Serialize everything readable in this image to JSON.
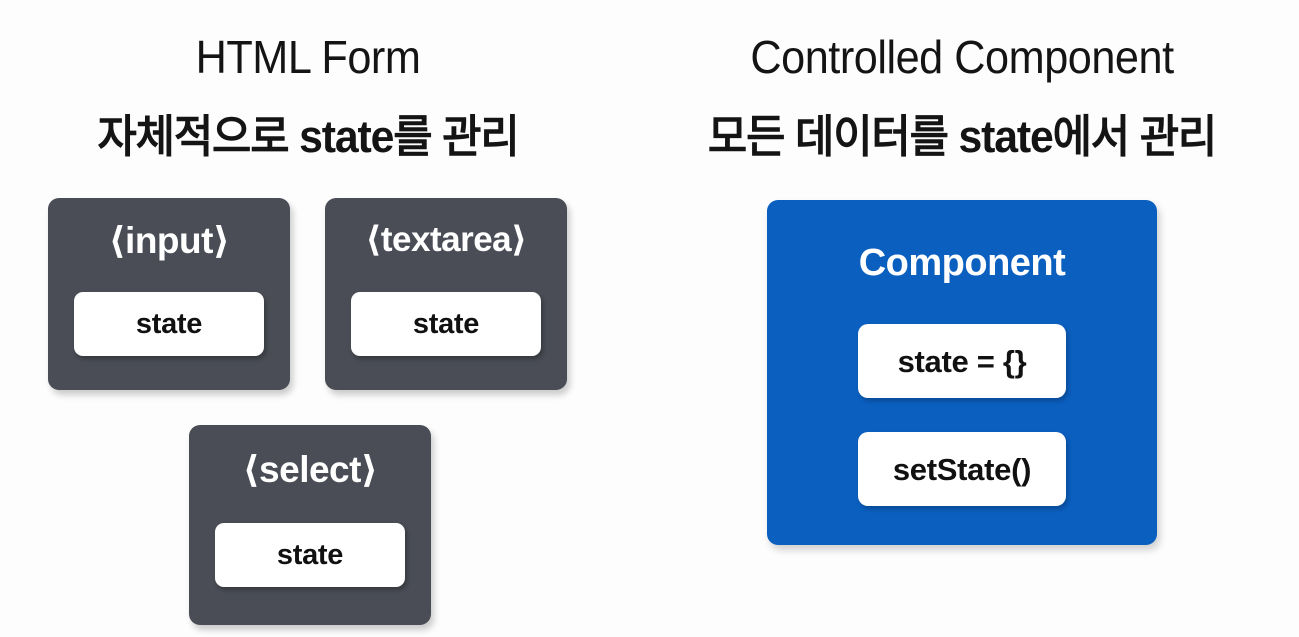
{
  "slide": {
    "background_color": "#fdfdfd",
    "columns": [
      {
        "id": "html-form",
        "title_en": "HTML Form",
        "title_ko": "자체적으로 state를 관리",
        "card_color": "#4a4d55",
        "cards": [
          {
            "tag": "⟨input⟩",
            "inner_label": "state"
          },
          {
            "tag": "⟨textarea⟩",
            "inner_label": "state"
          },
          {
            "tag": "⟨select⟩",
            "inner_label": "state"
          }
        ]
      },
      {
        "id": "controlled-component",
        "title_en": "Controlled Component",
        "title_ko": "모든 데이터를 state에서 관리",
        "box_color": "#0b5fbf",
        "box_title": "Component",
        "members": [
          {
            "label": "state = {}"
          },
          {
            "label": "setState()"
          }
        ]
      }
    ]
  }
}
